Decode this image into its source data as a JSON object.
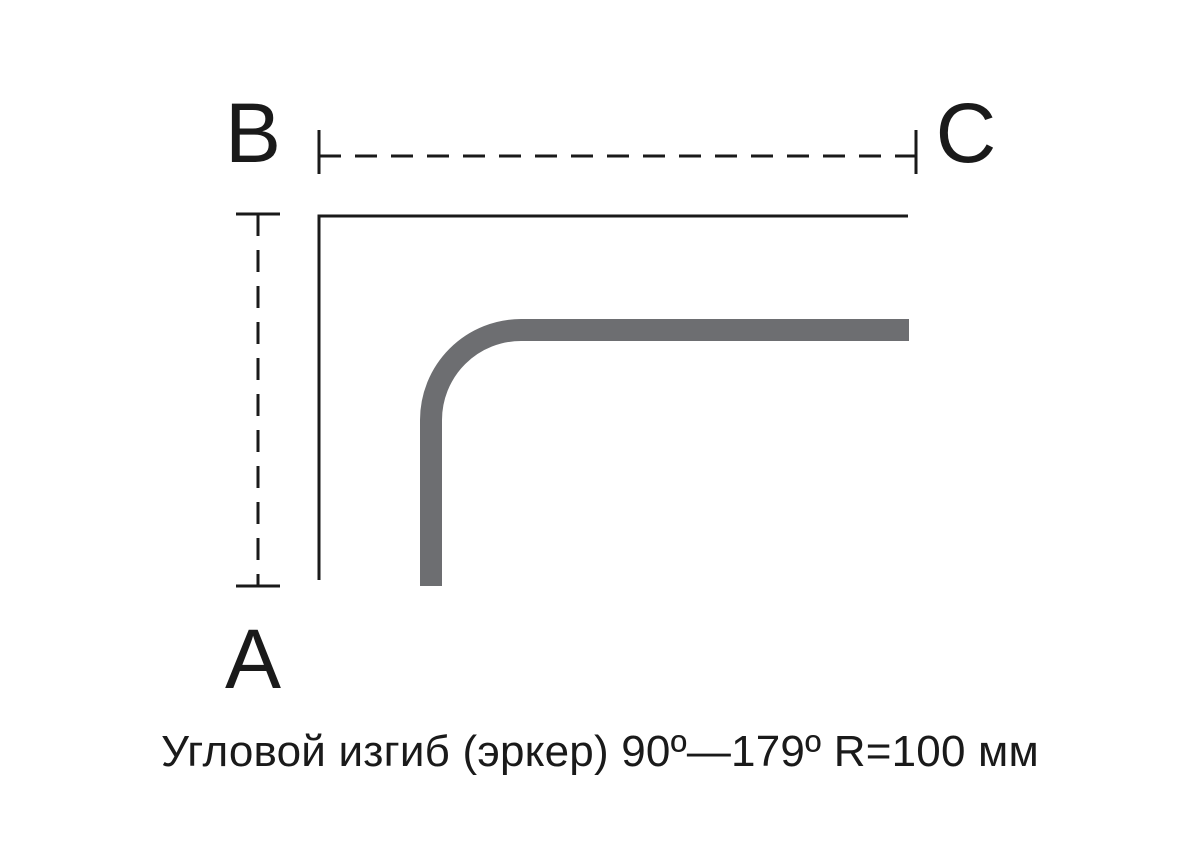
{
  "labels": {
    "point_a": "A",
    "point_b": "B",
    "point_c": "C"
  },
  "caption": "Угловой изгиб (эркер) 90º—179º  R=100 мм",
  "colors": {
    "outline": "#1a1a1a",
    "profile": "#6d6e71",
    "background": "#ffffff"
  }
}
